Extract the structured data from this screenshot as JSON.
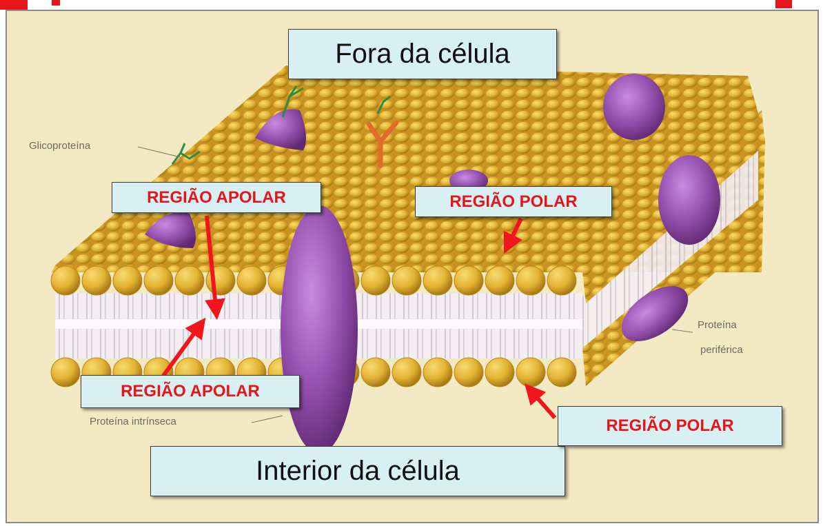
{
  "labels": {
    "outside": "Fora da célula",
    "inside": "Interior da célula",
    "apolar_top": "REGIÃO APOLAR",
    "apolar_bottom": "REGIÃO APOLAR",
    "polar_top": "REGIÃO POLAR",
    "polar_bottom": "REGIÃO POLAR"
  },
  "background_labels": {
    "glycoprotein": "Glicoproteína",
    "peripheral_line1": "Proteína",
    "peripheral_line2": "periférica",
    "intrinsic": "Proteína intrínseca"
  },
  "colors": {
    "label_bg": "#d9f0f3",
    "label_red": "#e8141b",
    "arrow_red": "#f0161c",
    "lipid_head": "#e2b233",
    "lipid_head_dark": "#b7861a",
    "protein": "#8e4aa6",
    "background": "#f3e9c2"
  }
}
